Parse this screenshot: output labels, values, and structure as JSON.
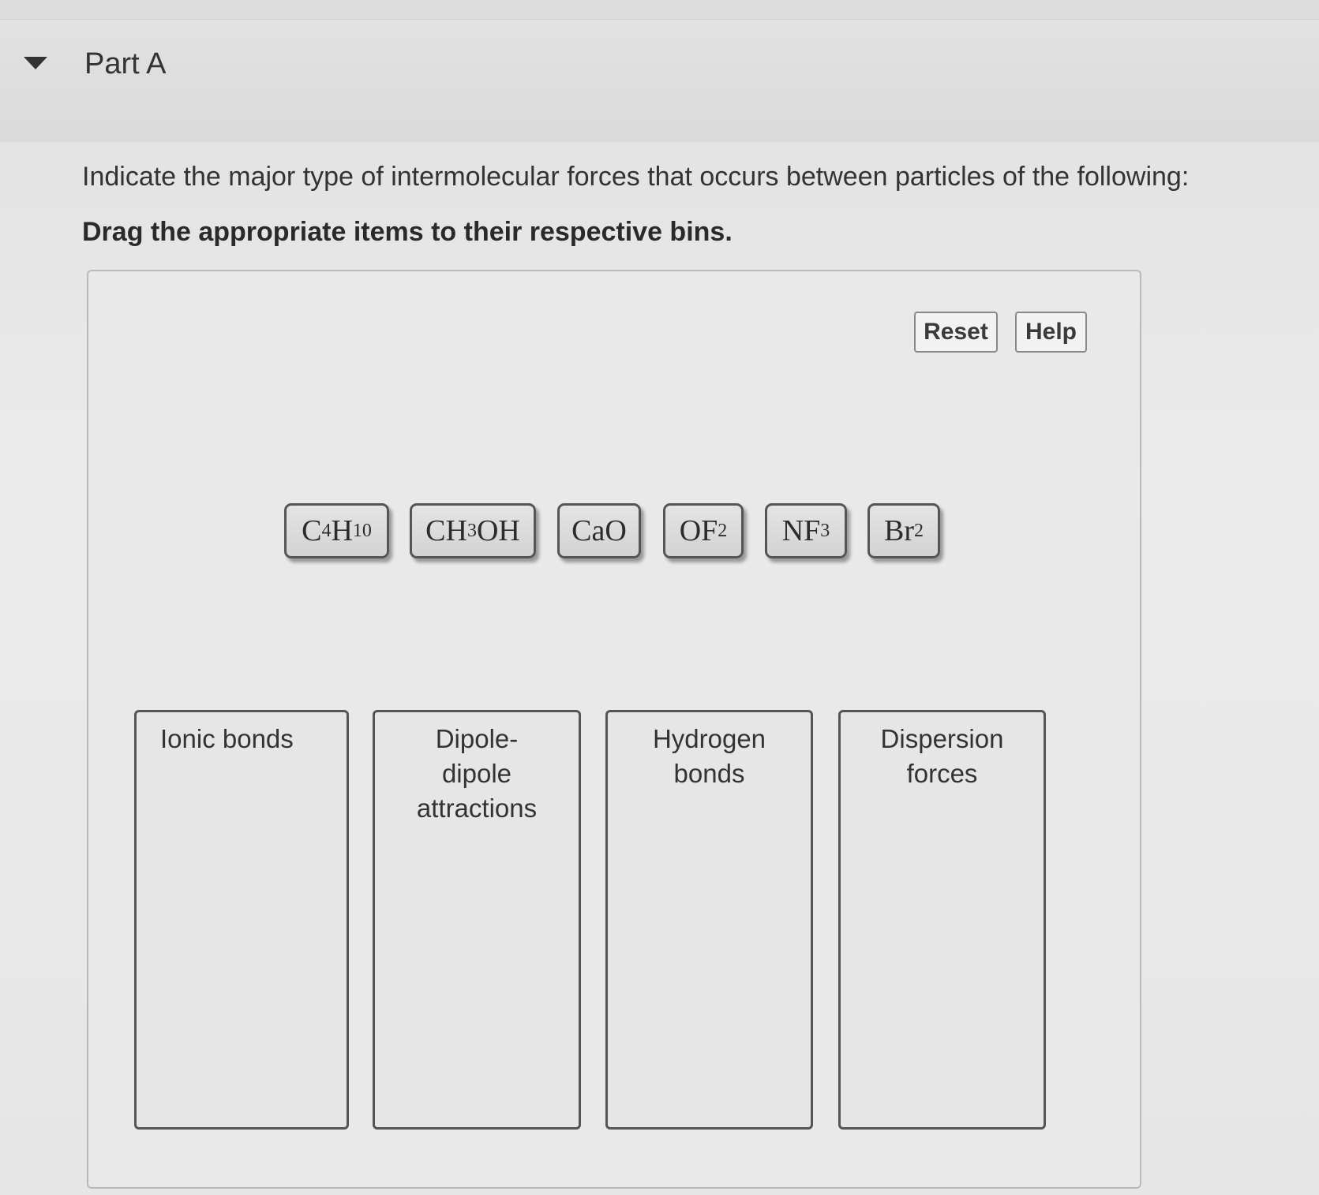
{
  "part": {
    "title": "Part A"
  },
  "question": {
    "text": "Indicate the major type of intermolecular forces that occurs between particles of the following:",
    "instruction": "Drag the appropriate items to their respective bins."
  },
  "toolbar": {
    "reset_label": "Reset",
    "help_label": "Help"
  },
  "tokens": [
    {
      "parts": [
        "C",
        "4",
        "H",
        "10"
      ]
    },
    {
      "parts": [
        "CH",
        "3",
        "OH"
      ]
    },
    {
      "parts": [
        "CaO"
      ]
    },
    {
      "parts": [
        "OF",
        "2"
      ]
    },
    {
      "parts": [
        "NF",
        "3"
      ]
    },
    {
      "parts": [
        "Br",
        "2"
      ]
    }
  ],
  "bins": [
    {
      "label": "Ionic bonds"
    },
    {
      "label": "Dipole-\ndipole\nattractions"
    },
    {
      "label": "Hydrogen\nbonds"
    },
    {
      "label": "Dispersion\nforces"
    }
  ]
}
